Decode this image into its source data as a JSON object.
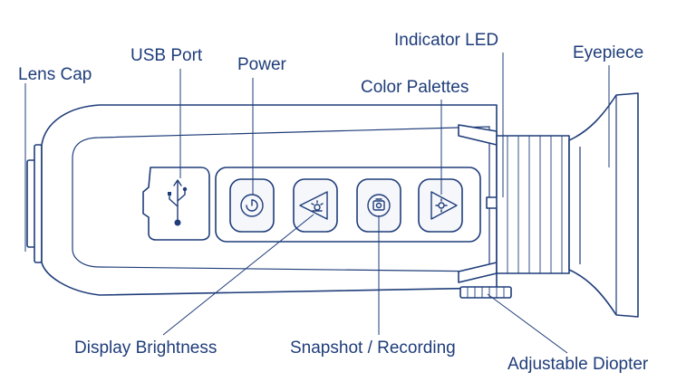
{
  "labels": {
    "lens_cap": "Lens Cap",
    "usb_port": "USB Port",
    "power": "Power",
    "indicator_led": "Indicator LED",
    "color_palettes": "Color Palettes",
    "eyepiece": "Eyepiece",
    "display_brightness": "Display Brightness",
    "snapshot_recording": "Snapshot / Recording",
    "adjustable_diopter": "Adjustable Diopter"
  },
  "colors": {
    "line": "#1f3d7a",
    "background": "#ffffff"
  },
  "icons": [
    "usb-icon",
    "power-icon",
    "brightness-icon",
    "snapshot-icon",
    "palette-icon"
  ]
}
